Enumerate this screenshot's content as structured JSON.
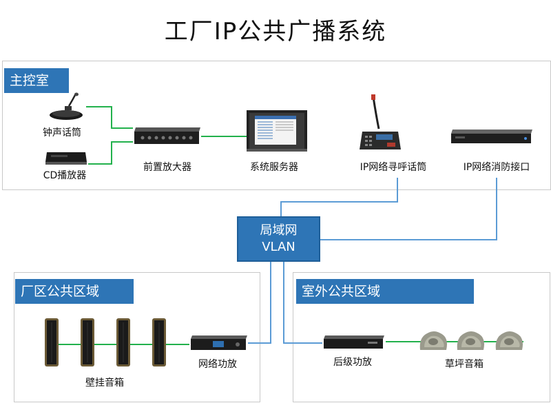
{
  "title": "工厂IP公共广播系统",
  "colors": {
    "panel_label_bg": "#2e75b6",
    "hub_bg": "#2e75b6",
    "audio_link": "#22b14c",
    "network_link": "#5b9bd5"
  },
  "panels": {
    "main_control": {
      "label": "主控室"
    },
    "factory_area": {
      "label": "厂区公共区域"
    },
    "outdoor_area": {
      "label": "室外公共区域"
    }
  },
  "hub": {
    "line1": "局域网",
    "line2": "VLAN"
  },
  "devices": {
    "chime_mic": "钟声话筒",
    "cd_player": "CD播放器",
    "preamp": "前置放大器",
    "server": "系统服务器",
    "ip_paging_mic": "IP网络寻呼话筒",
    "ip_fire_interface": "IP网络消防接口",
    "wall_speakers": "壁挂音箱",
    "network_amp": "网络功放",
    "rear_amp": "后级功放",
    "lawn_speakers": "草坪音箱"
  }
}
